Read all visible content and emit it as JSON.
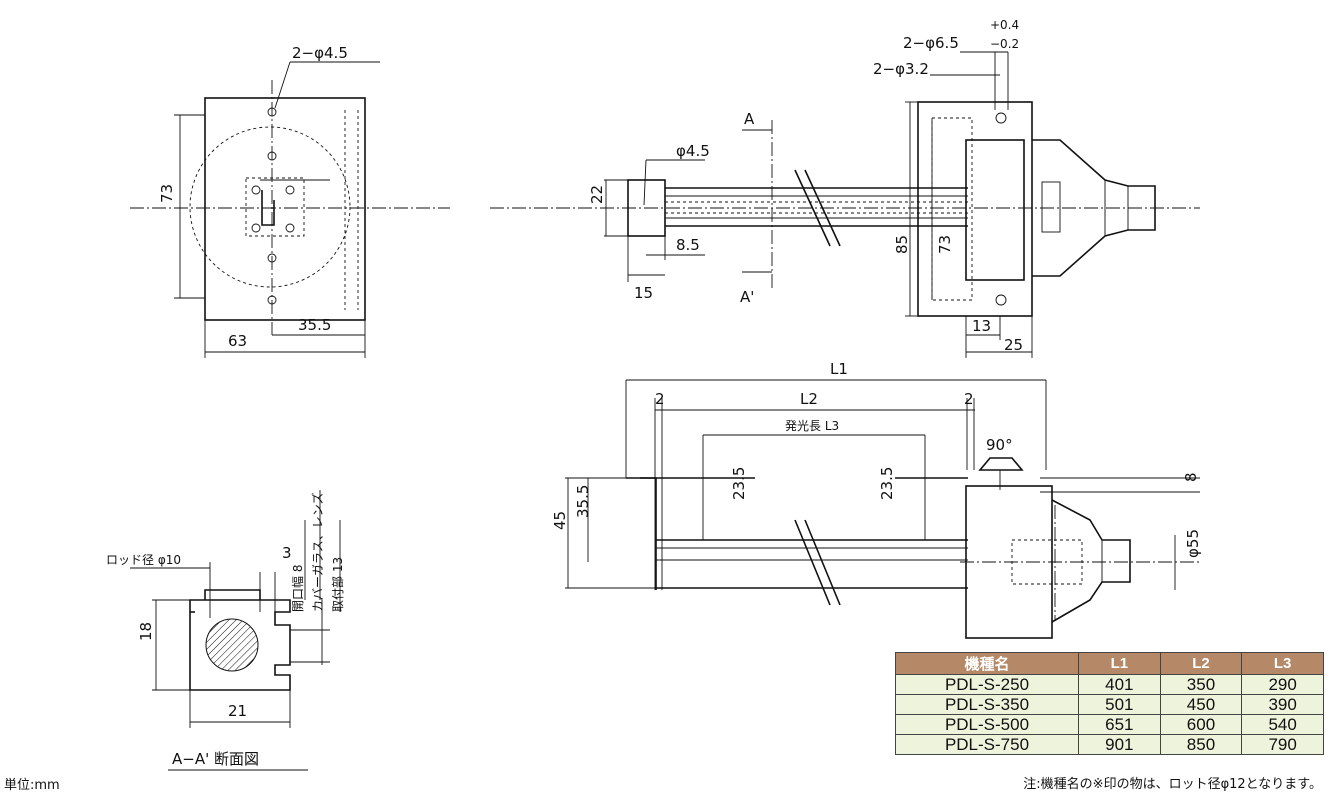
{
  "front_view": {
    "hole_label": "2−φ4.5",
    "height_label": "73",
    "width_label": "63",
    "offset_label": "35.5"
  },
  "side_view": {
    "section_a": "A",
    "section_a_prime": "A'",
    "hole_label": "φ4.5",
    "height_label": "22",
    "dim_8_5": "8.5",
    "dim_15": "15",
    "hole_65_label": "2−φ6.5",
    "tol_plus": "+0.4",
    "tol_minus": "−0.2",
    "hole_32_label": "2−φ3.2",
    "dim_85": "85",
    "dim_73": "73",
    "dim_13": "13",
    "dim_25": "25"
  },
  "length_view": {
    "l1": "L1",
    "l2": "L2",
    "l3": "発光長 L3",
    "gap_left": "2",
    "gap_right": "2",
    "angle": "90°",
    "dim_45": "45",
    "dim_35_5": "35.5",
    "dim_23_5a": "23.5",
    "dim_23_5b": "23.5",
    "dim_8": "8",
    "dim_phi55": "φ55"
  },
  "section_view": {
    "rod_label": "ロッド径 φ10",
    "dim_3": "3",
    "opening_label": "開口幅 8",
    "cover_label": "カバーガラス、レンズ",
    "mount_label": "取付部 13",
    "dim_18": "18",
    "dim_21": "21",
    "title": "A−A' 断面図"
  },
  "table": {
    "headers": [
      "機種名",
      "L1",
      "L2",
      "L3"
    ],
    "rows": [
      [
        "PDL-S-250",
        "401",
        "350",
        "290"
      ],
      [
        "PDL-S-350",
        "501",
        "450",
        "390"
      ],
      [
        "PDL-S-500",
        "651",
        "600",
        "540"
      ],
      [
        "PDL-S-750",
        "901",
        "850",
        "790"
      ]
    ]
  },
  "unit_note": "単位:mm",
  "footnote": "注:機種名の※印の物は、ロット径φ12となります。",
  "colors": {
    "header_bg": "#b58868",
    "row_bg": "#eef3dc"
  }
}
